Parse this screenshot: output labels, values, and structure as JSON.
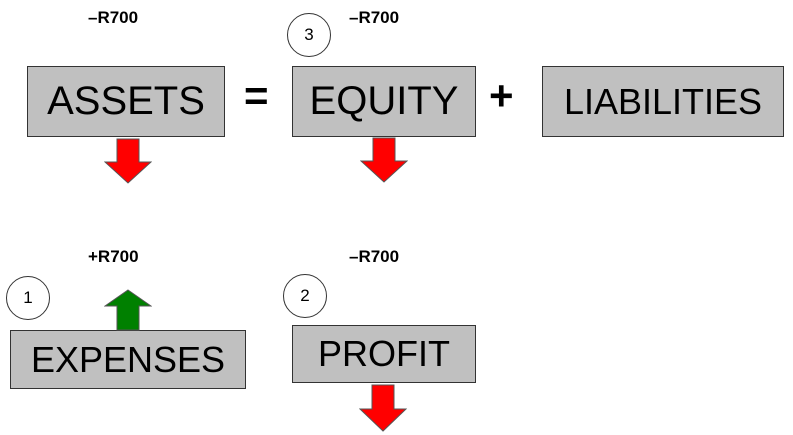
{
  "boxes": {
    "assets": "ASSETS",
    "equity": "EQUITY",
    "liabilities": "LIABILITIES",
    "expenses": "EXPENSES",
    "profit": "PROFIT"
  },
  "operators": {
    "equals": "=",
    "plus": "+"
  },
  "amounts": {
    "assets": "–R700",
    "equity": "–R700",
    "expenses": "+R700",
    "profit": "–R700"
  },
  "steps": {
    "one": "1",
    "two": "2",
    "three": "3"
  },
  "arrows": {
    "assets": "arrow-down-icon",
    "equity": "arrow-down-icon",
    "expenses": "arrow-up-icon",
    "profit": "arrow-down-icon"
  },
  "colors": {
    "decrease": "#ff0000",
    "increase": "#008000",
    "box_fill": "#c0c0c0"
  }
}
